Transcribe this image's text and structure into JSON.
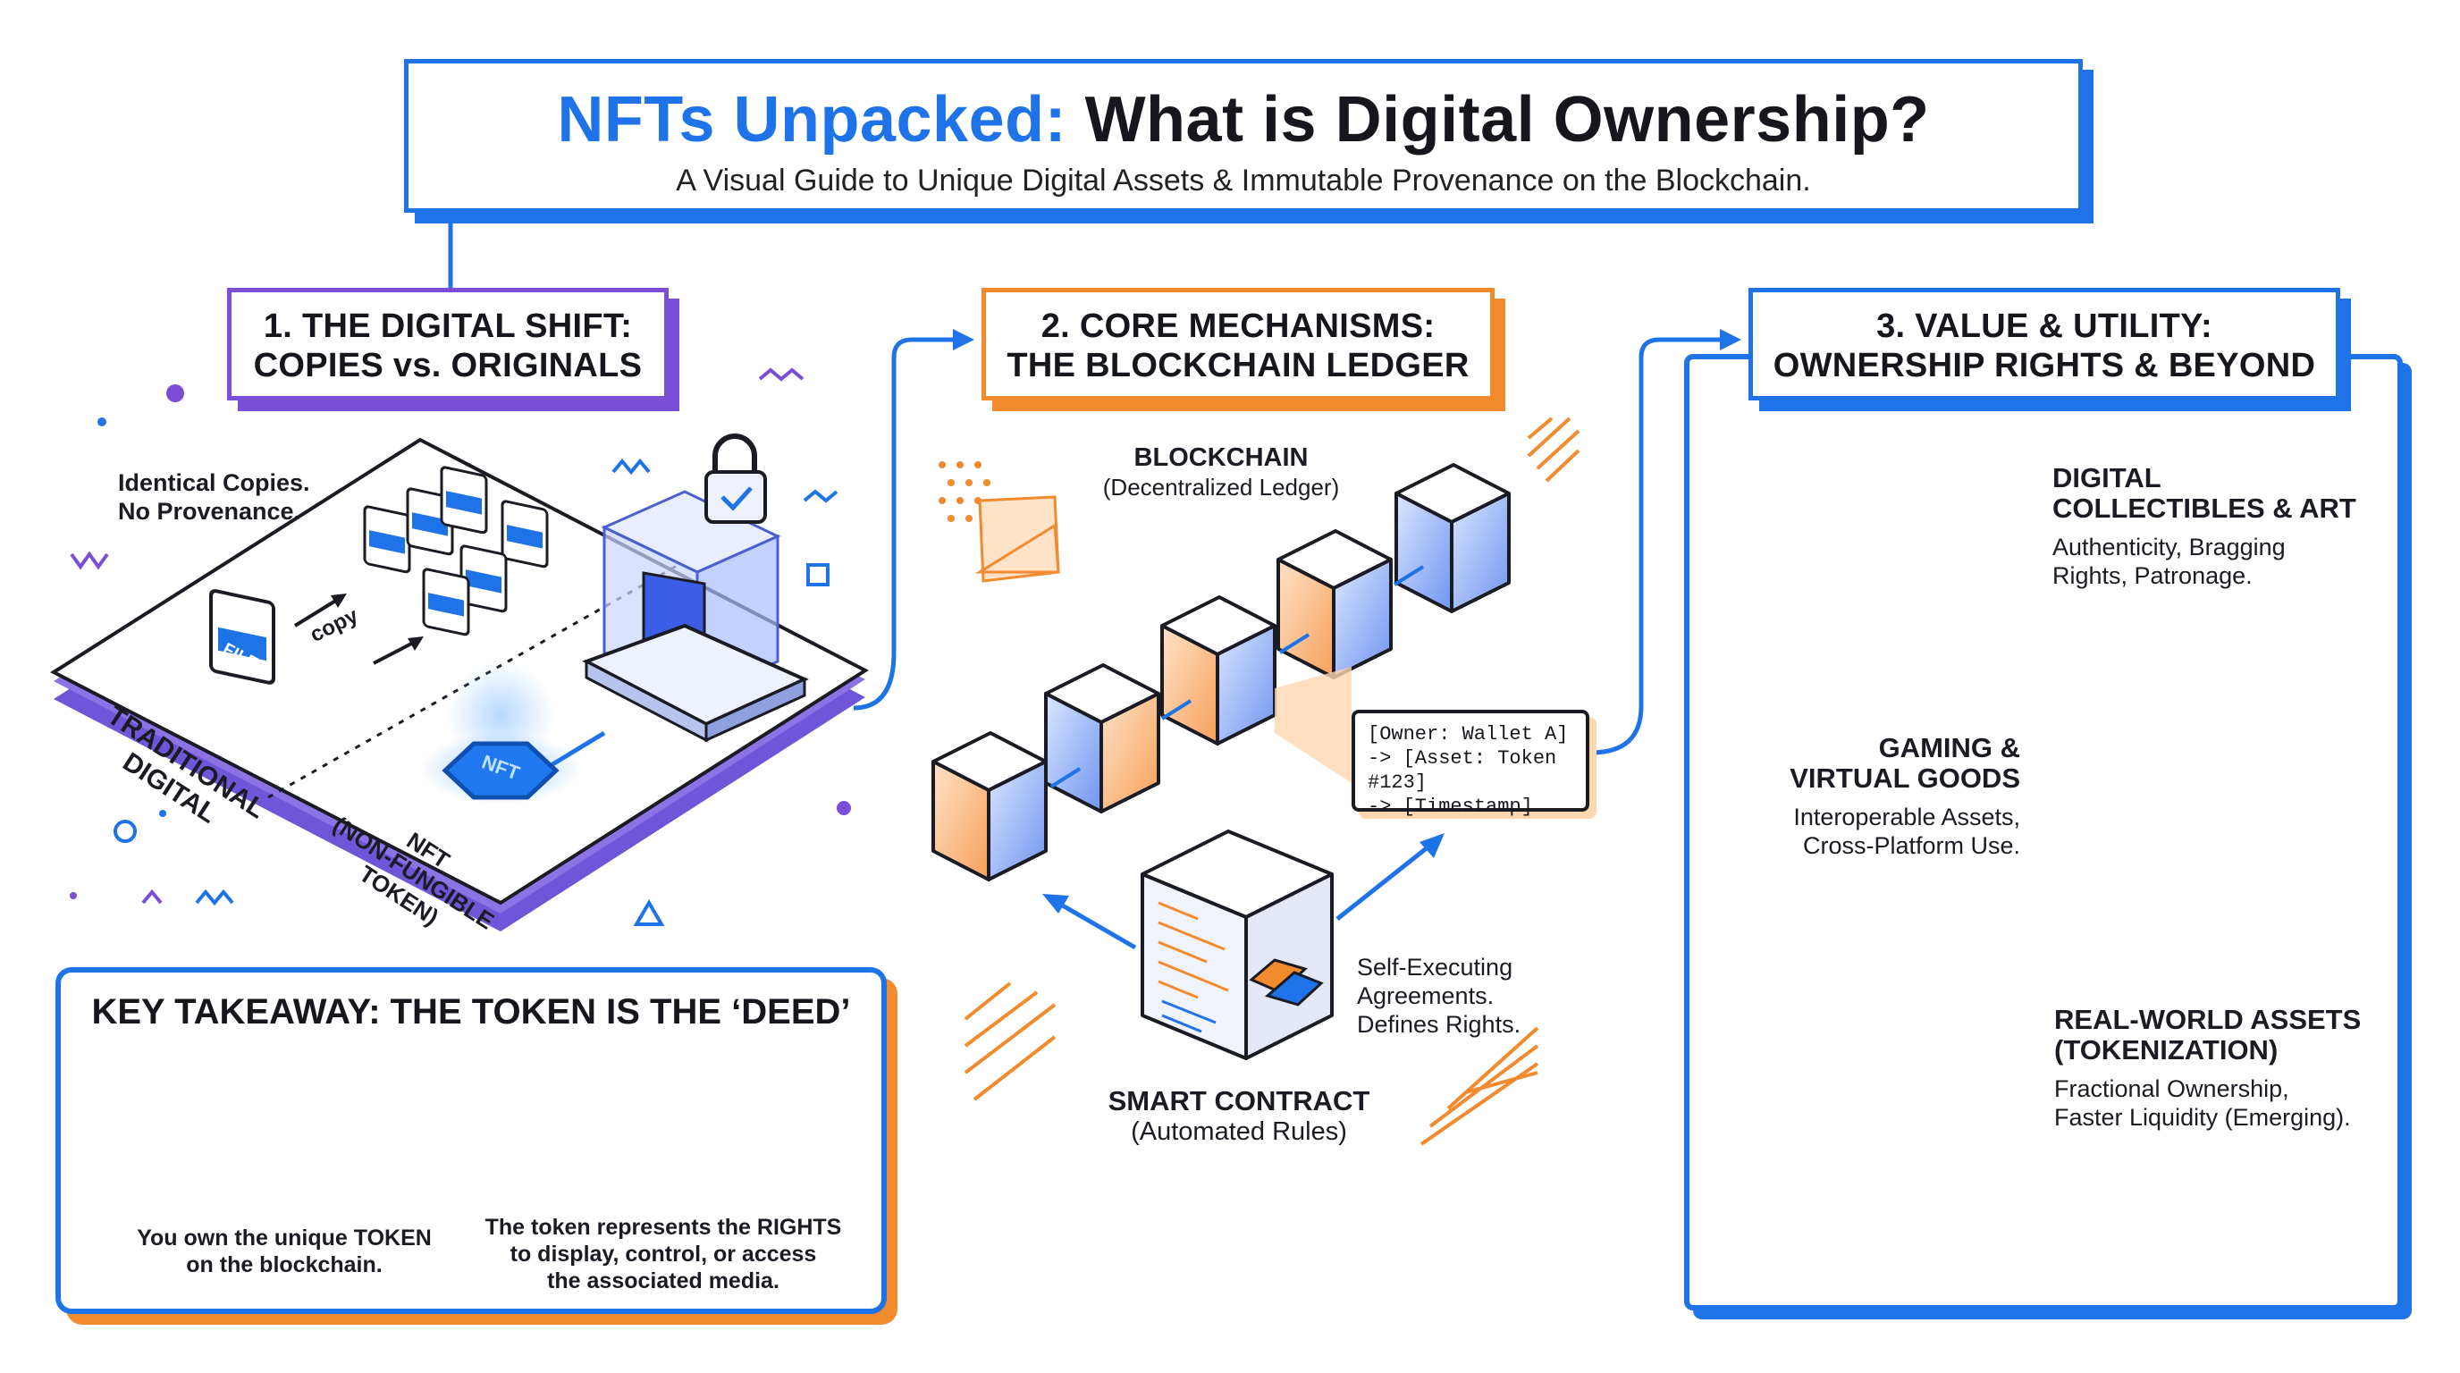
{
  "title": {
    "accent": "NFTs Unpacked:",
    "main": "What is Digital Ownership?",
    "subtitle": "A Visual Guide to Unique Digital Assets & Immutable Provenance on the Blockchain."
  },
  "section1": {
    "heading_line1": "1. THE DIGITAL SHIFT:",
    "heading_line2": "COPIES vs. ORIGINALS",
    "copies_note_line1": "Identical Copies.",
    "copies_note_line2": "No Provenance.",
    "file_label": "FILE",
    "copy_label": "copy",
    "traditional_label_line1": "TRADITIONAL",
    "traditional_label_line2": "DIGITAL",
    "nft_label_line1": "NFT",
    "nft_label_line2": "(NON-FUNGIBLE",
    "nft_label_line3": "TOKEN)",
    "nft_coin_text": "NFT"
  },
  "section2": {
    "heading_line1": "2. CORE MECHANISMS:",
    "heading_line2": "THE BLOCKCHAIN LEDGER",
    "blockchain_label": "BLOCKCHAIN",
    "blockchain_sub": "(Decentralized Ledger)",
    "ledger_line1": "[Owner: Wallet A]",
    "ledger_line2": "-> [Asset: Token #123]",
    "ledger_line3": "-> [Timestamp]",
    "contract_note_line1": "Self-Executing",
    "contract_note_line2": "Agreements.",
    "contract_note_line3": "Defines Rights.",
    "contract_label": "SMART CONTRACT",
    "contract_sub": "(Automated Rules)"
  },
  "section3": {
    "heading_line1": "3. VALUE & UTILITY:",
    "heading_line2": "OWNERSHIP RIGHTS & BEYOND",
    "collectibles_title_line1": "DIGITAL",
    "collectibles_title_line2": "COLLECTIBLES & ART",
    "collectibles_desc_line1": "Authenticity, Bragging",
    "collectibles_desc_line2": "Rights, Patronage.",
    "gaming_title_line1": "GAMING &",
    "gaming_title_line2": "VIRTUAL GOODS",
    "gaming_desc_line1": "Interoperable Assets,",
    "gaming_desc_line2": "Cross-Platform Use.",
    "rwa_title_line1": "REAL-WORLD ASSETS",
    "rwa_title_line2": "(TOKENIZATION)",
    "rwa_desc_line1": "Fractional Ownership,",
    "rwa_desc_line2": "Faster Liquidity (Emerging)."
  },
  "takeaway": {
    "title": "KEY TAKEAWAY: THE TOKEN IS THE ‘DEED’",
    "left_line1": "You own the unique TOKEN",
    "left_line2": "on the blockchain.",
    "right_line1": "The token represents the RIGHTS",
    "right_line2": "to display, control, or access",
    "right_line3": "the associated media."
  },
  "colors": {
    "blue": "#1e73e8",
    "purple": "#7a4fd6",
    "orange": "#f28a2e",
    "ink": "#16161d"
  },
  "icons": [
    "lock-icon",
    "file-icon",
    "nft-coin-icon",
    "crown-coin-icon",
    "shield-image-icon",
    "handshake-icon",
    "framed-art-icon",
    "sword-icon",
    "map-pin-icon",
    "house-icon",
    "deed-document-icon"
  ]
}
